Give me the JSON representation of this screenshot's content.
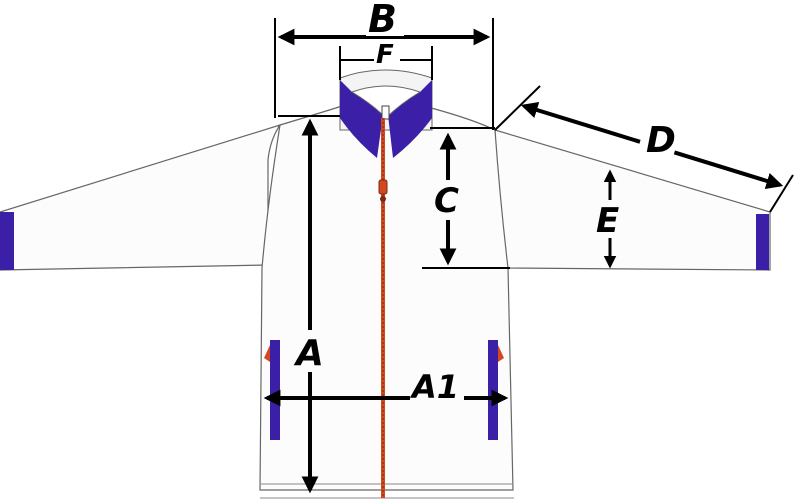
{
  "labels": {
    "B": "B",
    "F": "F",
    "C": "C",
    "D": "D",
    "E": "E",
    "A": "A",
    "A1": "A1"
  },
  "colors": {
    "body_fill": "#fcfcfc",
    "outline": "#666666",
    "accent_purple": "#3b1fa6",
    "zipper_orange": "#d2491f",
    "arrow_black": "#000000"
  }
}
